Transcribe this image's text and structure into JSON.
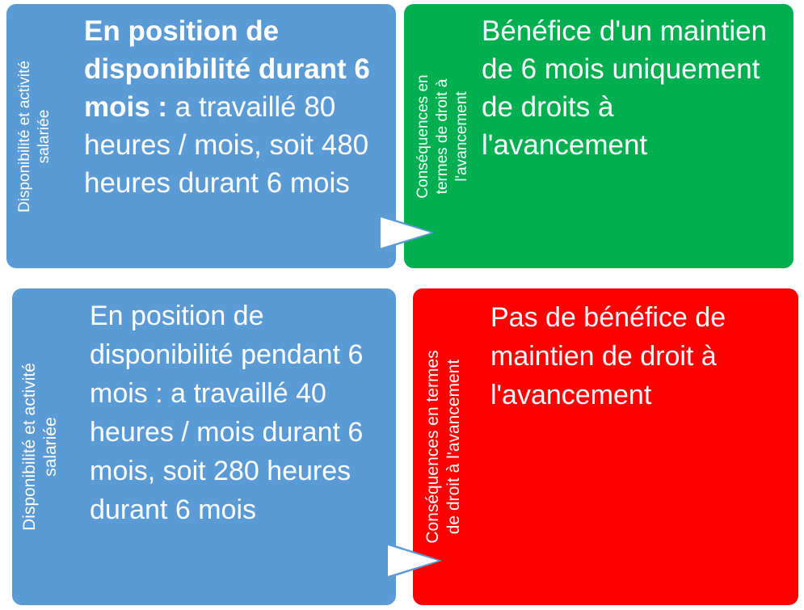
{
  "row1": {
    "left_side": [
      "Disponibilité et activité",
      "salariée"
    ],
    "left_bold": "En position de disponibilité durant 6 mois :",
    "left_text": " a travaillé 80 heures / mois, soit 480 heures durant 6 mois",
    "right_side": [
      "Conséquences en",
      "termes de droit à",
      "l'avancement"
    ],
    "right_text": "Bénéfice d'un maintien de 6 mois uniquement de droits à l'avancement"
  },
  "row2": {
    "left_side": [
      "Disponibilité et activité",
      "salariée"
    ],
    "left_text": "En position de disponibilité pendant 6 mois : a travaillé 40 heures / mois durant 6 mois, soit 280 heures durant 6 mois",
    "right_side": [
      "Conséquences en termes",
      "de droit à l'avancement"
    ],
    "right_text": "Pas de bénéfice de maintien de droit à l'avancement"
  },
  "colors": {
    "blue": "#5b9bd5",
    "green": "#00b050",
    "red": "#ff0000"
  }
}
